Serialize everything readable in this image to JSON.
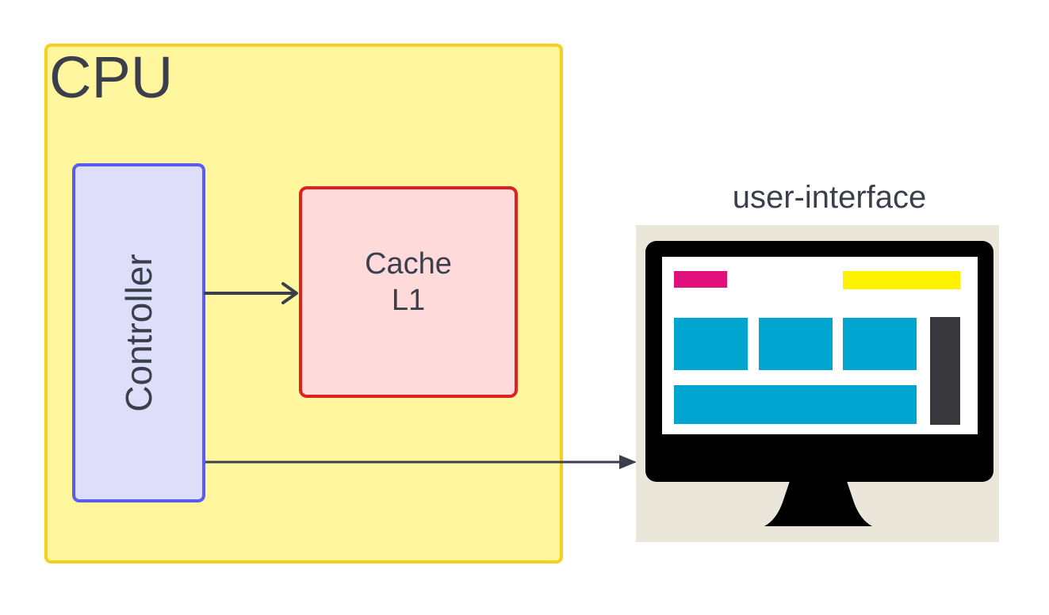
{
  "diagram": {
    "cpu_label": "CPU",
    "controller_label": "Controller",
    "cache_line1": "Cache",
    "cache_line2": "L1",
    "ui_label": "user-interface"
  },
  "edges": [
    {
      "from": "Controller",
      "to": "Cache L1"
    },
    {
      "from": "Controller",
      "to": "user-interface"
    }
  ],
  "monitor_icon": {
    "icon": "computer-monitor-icon",
    "colors": {
      "background": "#ebe6da",
      "frame": "#000000",
      "screen": "#ffffff",
      "accent_magenta": "#e0107d",
      "accent_yellow": "#fff200",
      "tile_blue": "#00a6d0",
      "sidebar_dark": "#38373c"
    }
  },
  "colors": {
    "cpu_fill": "#fff69e",
    "cpu_border": "#f7cf1d",
    "controller_fill": "#dfdefa",
    "controller_border": "#5b5bf0",
    "cache_fill": "#ffdada",
    "cache_border": "#e0201f",
    "arrow": "#3a3f4b",
    "text": "#3a3f4b"
  }
}
